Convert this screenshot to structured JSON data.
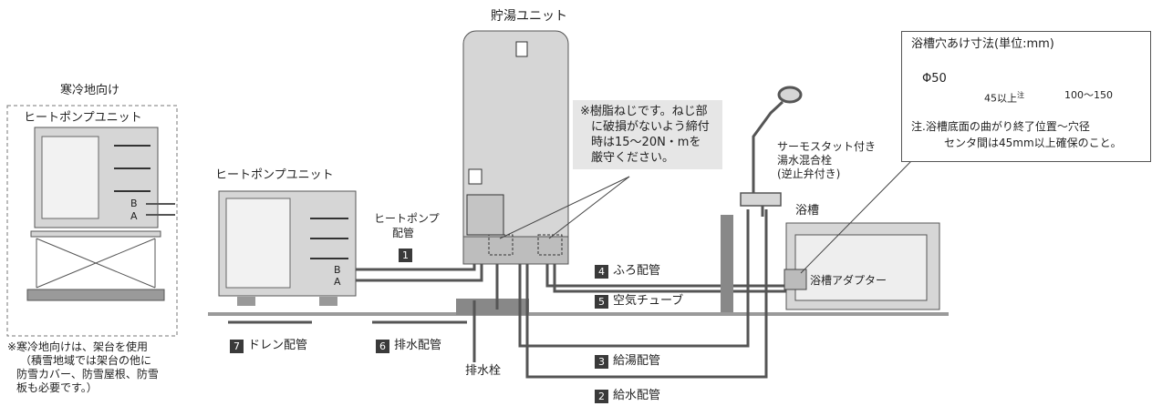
{
  "storage_unit": {
    "title": "貯湯ユニット"
  },
  "cold_region": {
    "title": "寒冷地向け",
    "unit_label": "ヒートポンプユニット",
    "note_lines": [
      "※寒冷地向けは、架台を使用",
      "（積雪地域では架台の他に",
      "防雪カバー、防雪屋根、防雪",
      "板も必要です。）"
    ]
  },
  "heat_pump": {
    "label": "ヒートポンプユニット",
    "port_b": "B",
    "port_a": "A"
  },
  "hp_piping": {
    "line1": "ヒートポンプ",
    "line2": "配管",
    "num": "1"
  },
  "resin_note": {
    "lines": [
      "※樹脂ねじです。ねじ部",
      "に破損がないよう締付",
      "時は15〜20N・mを",
      "厳守ください。"
    ]
  },
  "mixer": {
    "lines": [
      "サーモスタット付き",
      "湯水混合栓",
      "(逆止弁付き)"
    ]
  },
  "bathtub": {
    "label": "浴槽",
    "adapter": "浴槽アダプター"
  },
  "dimension_box": {
    "title": "浴槽穴あけ寸法(単位:mm)",
    "phi": "Φ50",
    "d45": "45以上",
    "d45_sup": "注",
    "d100": "100〜150",
    "note1": "注.浴槽底面の曲がり終了位置〜穴径",
    "note2": "センタ間は45mm以上確保のこと。"
  },
  "pipes": [
    {
      "num": "4",
      "label": "ふろ配管"
    },
    {
      "num": "5",
      "label": "空気チューブ"
    },
    {
      "num": "7",
      "label": "ドレン配管"
    },
    {
      "num": "6",
      "label": "排水配管"
    },
    {
      "num": "3",
      "label": "給湯配管"
    },
    {
      "num": "2",
      "label": "給水配管"
    }
  ],
  "drain_valve": "排水栓",
  "colors": {
    "unit_fill": "#d6d6d6",
    "dark": "#3a3a3a",
    "note_bg": "#e6e6e6",
    "pipe": "#555555"
  }
}
